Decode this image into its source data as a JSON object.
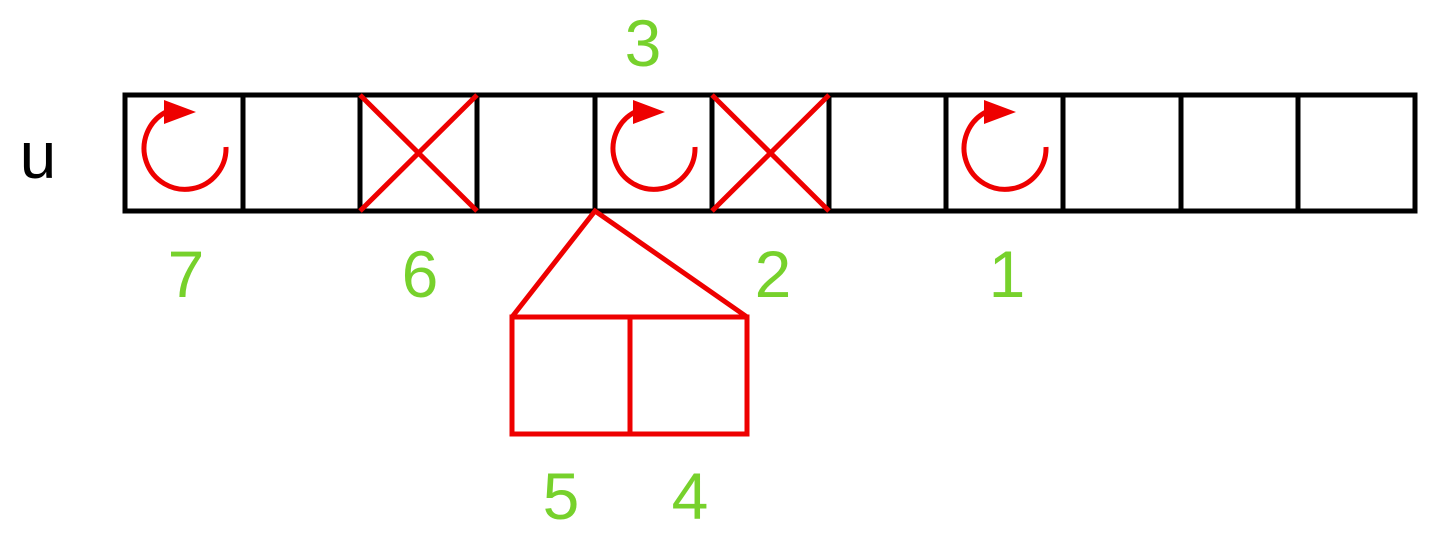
{
  "array": {
    "name": "u",
    "cell_count": 11,
    "cells": [
      {
        "mark": "cycle-icon"
      },
      {
        "mark": "none"
      },
      {
        "mark": "cross-icon"
      },
      {
        "mark": "none"
      },
      {
        "mark": "cycle-icon"
      },
      {
        "mark": "cross-icon"
      },
      {
        "mark": "none"
      },
      {
        "mark": "cycle-icon"
      },
      {
        "mark": "none"
      },
      {
        "mark": "none"
      },
      {
        "mark": "none"
      }
    ]
  },
  "branch": {
    "cell_count": 2
  },
  "step_labels": {
    "cell_1": "7",
    "cell_3": "6",
    "cell_5": "3",
    "cell_6": "2",
    "cell_8": "1",
    "branch_left": "5",
    "branch_right": "4"
  },
  "colors": {
    "grid": "#000000",
    "marks": "#ee0000",
    "labels": "#77d12c"
  }
}
